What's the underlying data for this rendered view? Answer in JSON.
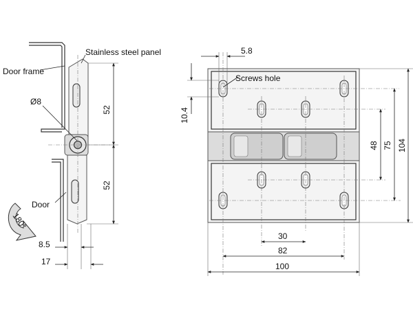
{
  "labels": {
    "door_frame": "Door frame",
    "stainless_panel": "Stainless steel panel",
    "diameter": "Ø8",
    "door": "Door",
    "rotation": "180°",
    "screws_hole": "Screws hole"
  },
  "dimensions": {
    "side_upper": "52",
    "side_lower": "52",
    "side_offset": "8.5",
    "side_depth": "17",
    "slot_width": "5.8",
    "slot_offset": "10.4",
    "height_inner": "48",
    "height_mid": "75",
    "height_total": "104",
    "hole_pitch": "30",
    "hole_span": "82",
    "total_width": "100"
  }
}
